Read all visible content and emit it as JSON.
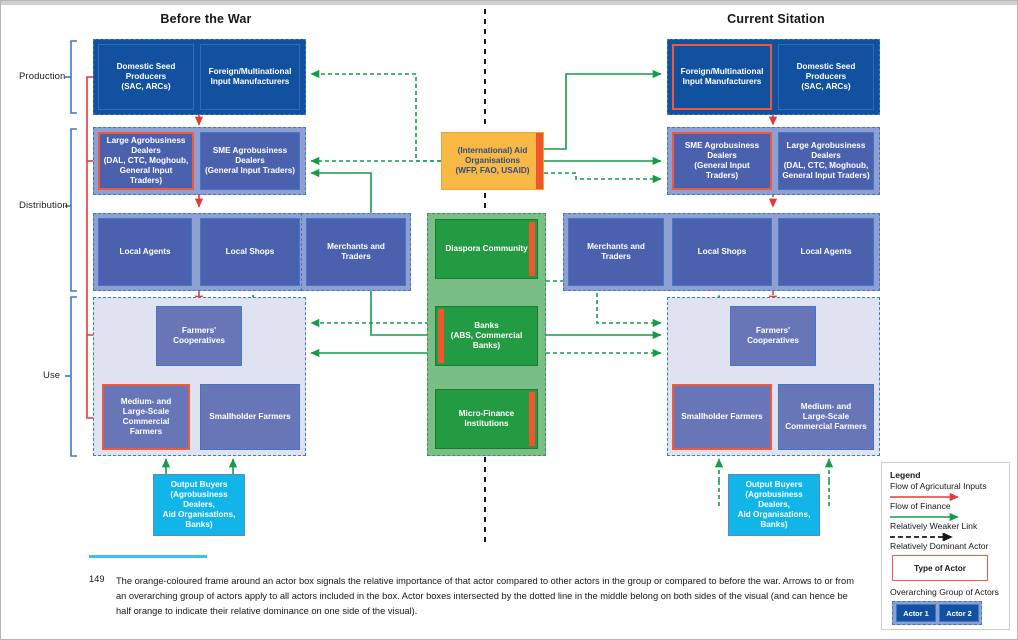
{
  "columns": {
    "left_title": "Before the War",
    "right_title": "Current Sitation"
  },
  "stages": [
    {
      "label": "Production"
    },
    {
      "label": "Distribution"
    },
    {
      "label": "Use"
    }
  ],
  "left": {
    "production": [
      {
        "name": "Domestic Seed Producers",
        "lines": [
          "Domestic Seed",
          "Producers",
          "(SAC, ARCs)"
        ],
        "dominant": false
      },
      {
        "name": "Foreign/Multinational Input Manufacturers",
        "lines": [
          "Foreign/Multinational",
          "Input Manufacturers"
        ],
        "dominant": false
      }
    ],
    "dealers": [
      {
        "name": "Large Agrobusiness Dealers",
        "lines": [
          "Large Agrobusiness",
          "Dealers",
          "(DAL, CTC, Moghoub,",
          "General Input Traders)"
        ],
        "dominant": true
      },
      {
        "name": "SME Agrobusiness Dealers",
        "lines": [
          "SME Agrobusiness",
          "Dealers",
          "(General Input Traders)"
        ],
        "dominant": false
      }
    ],
    "retail": [
      {
        "name": "Local Agents",
        "lines": [
          "Local Agents"
        ],
        "dominant": false
      },
      {
        "name": "Local Shops",
        "lines": [
          "Local Shops"
        ],
        "dominant": false
      },
      {
        "name": "Merchants and Traders",
        "lines": [
          "Merchants and",
          "Traders"
        ],
        "dominant": false
      }
    ],
    "use": [
      {
        "name": "Farmers' Cooperatives",
        "lines": [
          "Farmers'",
          "Cooperatives"
        ],
        "dominant": false
      },
      {
        "name": "Medium- and Large-Scale Commercial Farmers",
        "lines": [
          "Medium- and",
          "Large-Scale",
          "Commercial Farmers"
        ],
        "dominant": true
      },
      {
        "name": "Smallholder Farmers",
        "lines": [
          "Smallholder Farmers"
        ],
        "dominant": false
      }
    ],
    "output_buyers": {
      "name": "Output Buyers",
      "lines": [
        "Output Buyers",
        "(Agrobusiness Dealers,",
        "Aid Organisations,",
        "Banks)"
      ]
    }
  },
  "right": {
    "production": [
      {
        "name": "Foreign/Multinational Input Manufacturers",
        "lines": [
          "Foreign/Multinational",
          "Input Manufacturers"
        ],
        "dominant": true
      },
      {
        "name": "Domestic Seed Producers",
        "lines": [
          "Domestic Seed",
          "Producers",
          "(SAC, ARCs)"
        ],
        "dominant": false
      }
    ],
    "dealers": [
      {
        "name": "SME Agrobusiness Dealers",
        "lines": [
          "SME Agrobusiness",
          "Dealers",
          "(General Input Traders)"
        ],
        "dominant": true
      },
      {
        "name": "Large Agrobusiness Dealers",
        "lines": [
          "Large Agrobusiness",
          "Dealers",
          "(DAL, CTC, Moghoub,",
          "General Input Traders)"
        ],
        "dominant": false
      }
    ],
    "retail": [
      {
        "name": "Merchants and Traders",
        "lines": [
          "Merchants and",
          "Traders"
        ],
        "dominant": false
      },
      {
        "name": "Local Shops",
        "lines": [
          "Local Shops"
        ],
        "dominant": false
      },
      {
        "name": "Local Agents",
        "lines": [
          "Local Agents"
        ],
        "dominant": false
      }
    ],
    "use": [
      {
        "name": "Farmers' Cooperatives",
        "lines": [
          "Farmers'",
          "Cooperatives"
        ],
        "dominant": false
      },
      {
        "name": "Smallholder Farmers",
        "lines": [
          "Smallholder Farmers"
        ],
        "dominant": true
      },
      {
        "name": "Medium- and Large-Scale Commercial Farmers",
        "lines": [
          "Medium- and",
          "Large-Scale",
          "Commercial Farmers"
        ],
        "dominant": false
      }
    ],
    "output_buyers": {
      "name": "Output Buyers",
      "lines": [
        "Output Buyers",
        "(Agrobusiness Dealers,",
        "Aid Organisations,",
        "Banks)"
      ]
    }
  },
  "center": {
    "aid": {
      "name": "(International) Aid Organisations",
      "lines": [
        "(International) Aid",
        "Organisations",
        "(WFP, FAO, USAID)"
      ],
      "dominant_side": "right"
    },
    "finance": [
      {
        "name": "Diaspora Community",
        "lines": [
          "Diaspora Community"
        ],
        "dominant_side": "right"
      },
      {
        "name": "Banks",
        "lines": [
          "Banks",
          "(ABS, Commercial",
          "Banks)"
        ],
        "dominant_side": "left"
      },
      {
        "name": "Micro-Finance Institutions",
        "lines": [
          "Micro-Finance",
          "Institutions"
        ],
        "dominant_side": "right"
      }
    ]
  },
  "legend": {
    "title": "Legend",
    "items": [
      {
        "label": "Flow of Agricutural Inputs",
        "swatch": "red-arrow"
      },
      {
        "label": "Flow of Finance",
        "swatch": "green-arrow"
      },
      {
        "label": "Relatively Weaker Link",
        "swatch": "black-dashed-arrow"
      },
      {
        "label": "Relatively Dominant Actor",
        "swatch": "orange-frame"
      },
      {
        "label": "Overarching Group of Actors",
        "swatch": "dashed-group"
      }
    ],
    "type_of_actor": "Type of Actor",
    "actor1": "Actor 1",
    "actor2": "Actor 2"
  },
  "footnote": {
    "number": "149",
    "text": "The orange-coloured frame around an actor box signals the relative importance of that actor compared to other actors in the group or compared to before the war. Arrows to or from an overarching group of actors apply to all actors included in the box. Actor boxes intersected by the dotted line in the middle belong on both sides of the visual (and can hence be half orange to indicate their relative dominance on one side of the visual)."
  },
  "colors": {
    "red_flow": "#e23b3b",
    "green_flow": "#179b4a",
    "orange_dominant": "#f0603f",
    "aid_orange": "#f7b844",
    "finance_green": "#239b42",
    "cyan": "#12b5e8",
    "prod_blue": "#12519f",
    "dist_blue": "#4b61ad",
    "use_blue": "#6876b8",
    "group_dash": "#3f78c4",
    "divider": "#1b1b1b"
  }
}
